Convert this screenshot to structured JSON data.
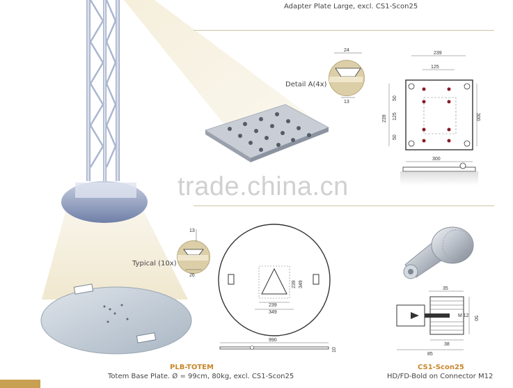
{
  "top_caption": "Adapter Plate Large, excl. CS1-Scon25",
  "detail_a": {
    "label": "Detail A(4x)",
    "dim_top": "24",
    "dim_bottom": "13"
  },
  "adapter_drawing": {
    "dim_239_top": "239",
    "dim_125_top": "125",
    "dim_50_top": "50",
    "dim_125_mid": "125",
    "dim_50_bot": "50",
    "dim_239_left": "239",
    "dim_300_right": "300",
    "dim_300_bottom": "300"
  },
  "watermark": "trade.china.cn",
  "typical": {
    "label": "Typical (10x)",
    "dim_top": "13",
    "dim_bottom": "26"
  },
  "totem_drawing": {
    "dim_239_h": "239",
    "dim_349_h": "349",
    "dim_239_v": "239",
    "dim_349_v": "349",
    "dim_990": "990",
    "dim_10": "10"
  },
  "connector_drawing": {
    "dim_35": "35",
    "dim_m12": "M 12",
    "dim_50": "50",
    "dim_38": "38",
    "dim_85": "85"
  },
  "plb_totem": {
    "title": "PLB-TOTEM",
    "caption": "Totem Base Plate. Ø = 99cm, 80kg, excl. CS1-Scon25"
  },
  "cs1_scon25": {
    "title": "CS1-Scon25",
    "caption": "HD/FD-Bold on Connector M12"
  },
  "colors": {
    "accent_orange": "#c8862a",
    "beam": "#efe6cc",
    "detail_fill": "#dccfa8"
  }
}
